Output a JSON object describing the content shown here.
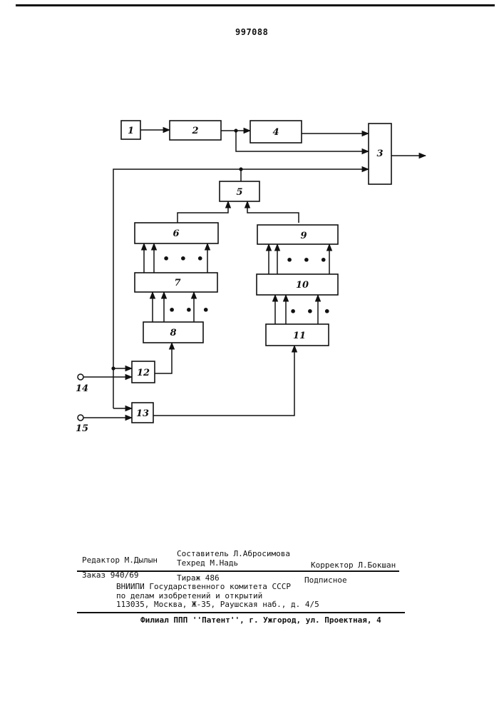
{
  "patent_number": "997088",
  "diagram": {
    "blocks": [
      {
        "id": "b1",
        "label": "1"
      },
      {
        "id": "b2",
        "label": "2"
      },
      {
        "id": "b3",
        "label": "3"
      },
      {
        "id": "b4",
        "label": "4"
      },
      {
        "id": "b5",
        "label": "5"
      },
      {
        "id": "b6",
        "label": "6"
      },
      {
        "id": "b7",
        "label": "7"
      },
      {
        "id": "b8",
        "label": "8"
      },
      {
        "id": "b9",
        "label": "9"
      },
      {
        "id": "b10",
        "label": "10"
      },
      {
        "id": "b11",
        "label": "11"
      },
      {
        "id": "b12",
        "label": "12"
      },
      {
        "id": "b13",
        "label": "13"
      }
    ],
    "terminals": [
      {
        "id": "t14",
        "label": "14"
      },
      {
        "id": "t15",
        "label": "15"
      }
    ],
    "ellipsis": "• • •"
  },
  "imprint": {
    "editor": "Редактор М.Дылын",
    "compiler": "Составитель  Л.Абросимова",
    "techred": "Техред М.Надь",
    "corrector": "Корректор Л.Бокшан",
    "order": "Заказ 940/69",
    "circulation": "Тираж 486",
    "subscription": "Подписное",
    "org_line1": "ВНИИПИ Государственного комитета СССР",
    "org_line2": "по делам изобретений и открытий",
    "org_address": "113035, Москва, Ж-35, Раушская наб., д. 4/5",
    "branch": "Филиал ППП ''Патент'', г. Ужгород, ул. Проектная, 4"
  }
}
